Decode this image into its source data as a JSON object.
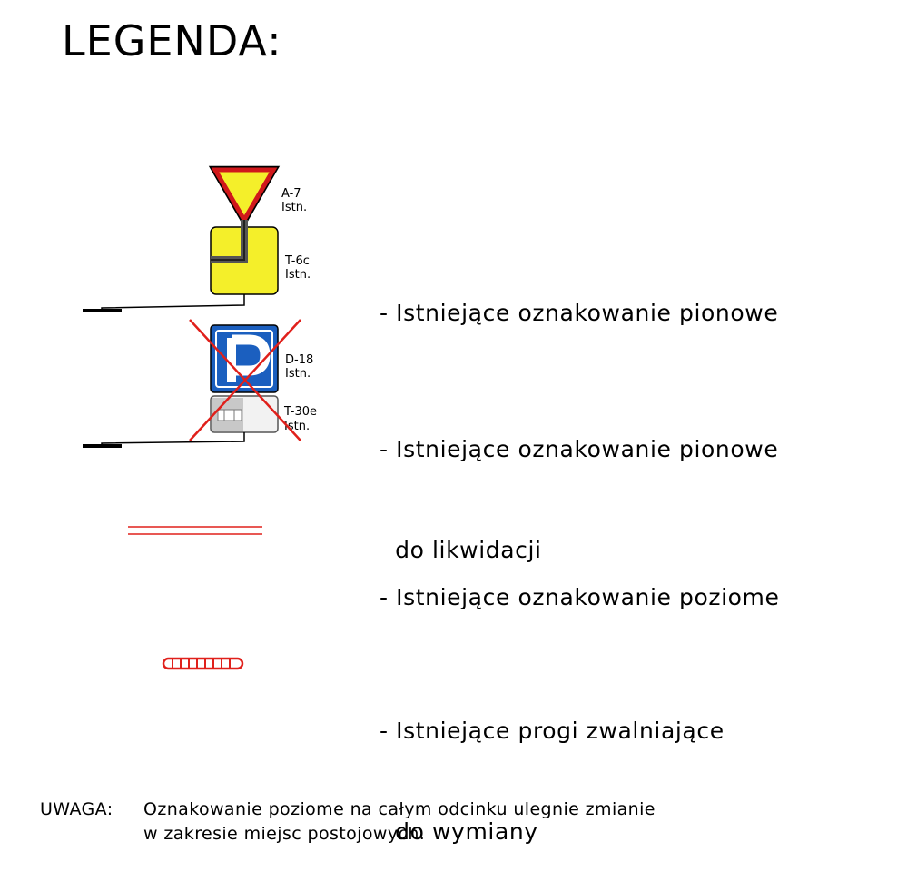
{
  "title": "LEGENDA:",
  "items": [
    {
      "desc_line1": "- Istniejące oznakowanie pionowe",
      "desc_line2": "",
      "signs": [
        {
          "code": "A-7",
          "status": "Istn."
        },
        {
          "code": "T-6c",
          "status": "Istn."
        }
      ]
    },
    {
      "desc_line1": "- Istniejące oznakowanie pionowe",
      "desc_line2": "  do likwidacji",
      "signs": [
        {
          "code": "D-18",
          "status": "Istn."
        },
        {
          "code": "T-30e",
          "status": "Istn."
        }
      ]
    },
    {
      "desc_line1": "- Istniejące oznakowanie poziome",
      "desc_line2": ""
    },
    {
      "desc_line1": "- Istniejące progi zwalniające",
      "desc_line2": "  do wymiany"
    }
  ],
  "note": {
    "label": "UWAGA:",
    "line1": "Oznakowanie poziome na całym odcinku ulegnie zmianie",
    "line2": "w zakresie miejsc postojowych."
  },
  "colors": {
    "yellow": "#f4ef2a",
    "red": "#e0201b",
    "blue": "#1b5fbf",
    "grey": "#c8c8c8"
  }
}
